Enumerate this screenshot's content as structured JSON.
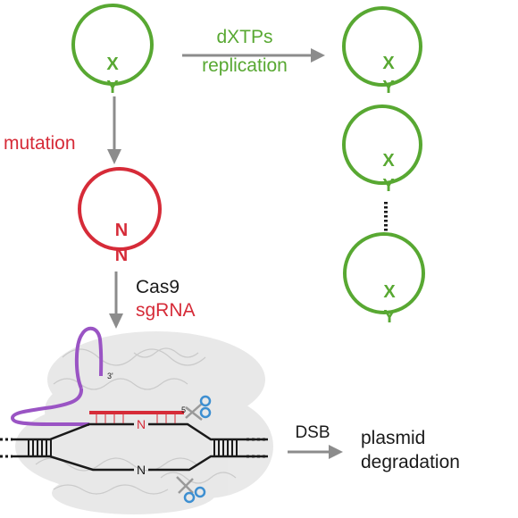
{
  "colors": {
    "green": "#58a832",
    "red": "#d62b38",
    "gray": "#8c8c8c",
    "black": "#1a1a1a",
    "purple": "#9a54c4",
    "blue": "#3d8fd1",
    "protein": "#e1e1e1"
  },
  "top_plasmid": {
    "base_x": "X",
    "base_y": "Y"
  },
  "replication_arrow": {
    "label_line1": "dXTPs",
    "label_line2": "replication"
  },
  "replicated_plasmids": [
    {
      "base_x": "X",
      "base_y": "Y"
    },
    {
      "base_x": "X",
      "base_y": "Y"
    },
    {
      "base_x": "X",
      "base_y": "Y"
    }
  ],
  "mutation_arrow": {
    "label": "mutation"
  },
  "mutant_plasmid": {
    "base_n1": "N",
    "base_n2": "N"
  },
  "cas9_arrow": {
    "label_cas9": "Cas9",
    "label_sgrna": "sgRNA"
  },
  "cas9_complex": {
    "rna_end_label": "3'",
    "dna_end_label": "5'",
    "top_strand_base": "N",
    "bottom_strand_base": "N",
    "scissors_top_icon": "scissors-icon",
    "scissors_bottom_icon": "scissors-icon"
  },
  "dsb_arrow": {
    "label": "DSB"
  },
  "outcome": {
    "line1": "plasmid",
    "line2": "degradation"
  }
}
